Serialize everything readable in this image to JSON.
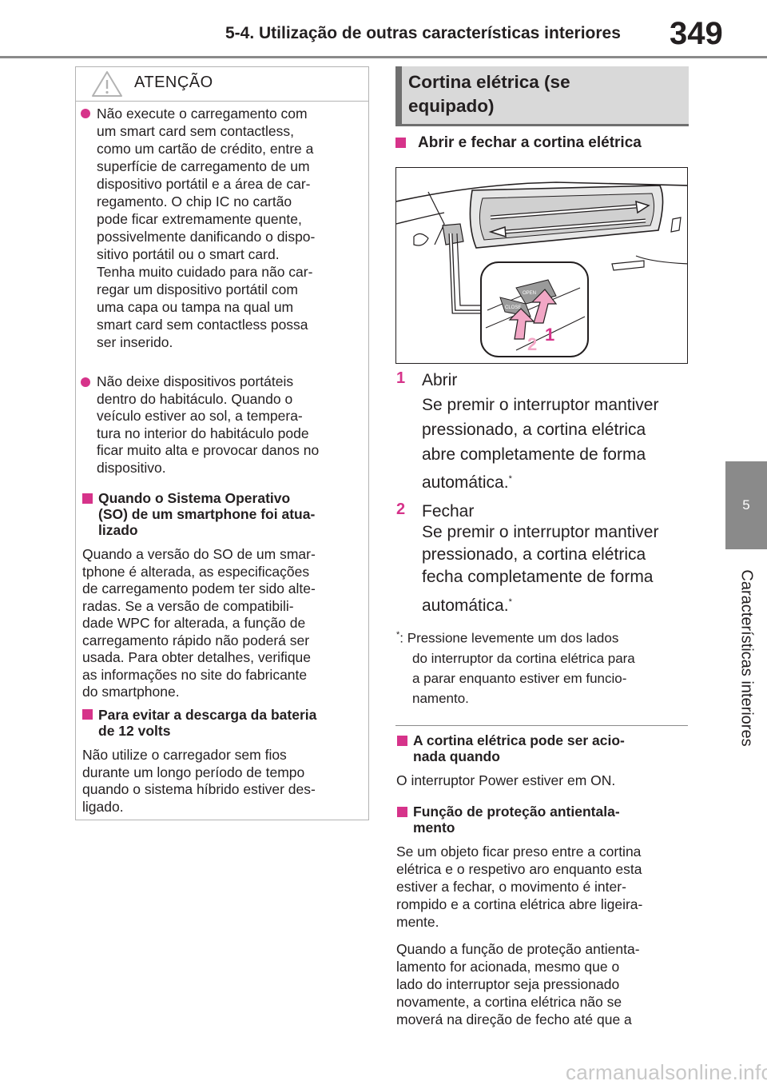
{
  "header": {
    "title": "5-4. Utilização de outras características interiores",
    "page_number": "349"
  },
  "side_tab": {
    "chapter": "5",
    "label": "Características interiores"
  },
  "warning": {
    "title": "ATENÇÃO",
    "bullet1": [
      "Não execute o carregamento com",
      "um smart card sem contactless,",
      "como um cartão de crédito, entre a",
      "superfície de carregamento de um",
      "dispositivo portátil e a área de car-",
      "regamento. O chip IC no cartão",
      "pode ficar extremamente quente,",
      "possivelmente danificando o dispo-",
      "sitivo portátil ou o smart card.",
      "Tenha muito cuidado para não car-",
      "regar um dispositivo portátil com",
      "uma capa ou tampa na qual um",
      "smart card sem contactless possa",
      "ser inserido."
    ],
    "bullet2": [
      "Não deixe dispositivos portáteis",
      "dentro do habitáculo. Quando o",
      "veículo estiver ao sol, a tempera-",
      "tura no interior do habitáculo pode",
      "ficar muito alta e provocar danos no",
      "dispositivo."
    ],
    "subhead1": [
      "Quando o Sistema Operativo",
      "(SO) de um smartphone foi atua-",
      "lizado"
    ],
    "para1": [
      "Quando a versão do SO de um smar-",
      "tphone é alterada, as especificações",
      "de carregamento podem ter sido alte-",
      "radas. Se a versão de compatibili-",
      "dade WPC for alterada, a função de",
      "carregamento rápido não poderá ser",
      "usada. Para obter detalhes, verifique",
      "as informações no site do fabricante",
      "do smartphone."
    ],
    "subhead2": [
      "Para evitar a descarga da bateria",
      "de 12 volts"
    ],
    "para2": [
      "Não utilize o carregador sem fios",
      "durante um longo período de tempo",
      "quando o sistema híbrido estiver des-",
      "ligado."
    ]
  },
  "section": {
    "title_lines": [
      "Cortina elétrica (se",
      "equipado)"
    ],
    "subhead": "Abrir e fechar a cortina elétrica",
    "figure": {
      "open_label": "OPEN",
      "close_label": "CLOSE",
      "callout1": "1",
      "callout2": "2"
    },
    "step1": {
      "num": "1",
      "title": "Abrir",
      "lines": [
        "Se premir o interruptor mantiver",
        "pressionado, a cortina elétrica",
        "abre completamente de forma",
        "automática."
      ]
    },
    "step2": {
      "num": "2",
      "title": "Fechar",
      "lines": [
        "Se premir o interruptor mantiver",
        "pressionado, a cortina elétrica",
        "fecha completamente de forma",
        "automática."
      ]
    },
    "asterisk": "*",
    "note_lines": [
      ":  Pressione levemente um dos lados",
      "do interruptor da cortina elétrica para",
      "a parar enquanto estiver em funcio-",
      "namento."
    ],
    "subhead_a": [
      "A cortina elétrica pode ser acio-",
      "nada quando"
    ],
    "para_a": "O interruptor Power estiver em ON.",
    "subhead_b": [
      "Função de proteção antientala-",
      "mento"
    ],
    "para_b": [
      "Se um objeto ficar preso entre a cortina",
      "elétrica e o respetivo aro enquanto esta",
      "estiver a fechar, o movimento é inter-",
      "rompido e a cortina elétrica abre ligeira-",
      "mente."
    ],
    "para_c": [
      "Quando a função de proteção antienta-",
      "lamento for acionada, mesmo que o",
      "lado do interruptor seja pressionado",
      "novamente, a cortina elétrica não se",
      "moverá na direção de fecho até que a"
    ]
  },
  "watermark": "carmanualsonline.info",
  "colors": {
    "accent": "#d6338a",
    "gray_tab": "#8a8a8a",
    "section_bg": "#d9d9d9"
  }
}
